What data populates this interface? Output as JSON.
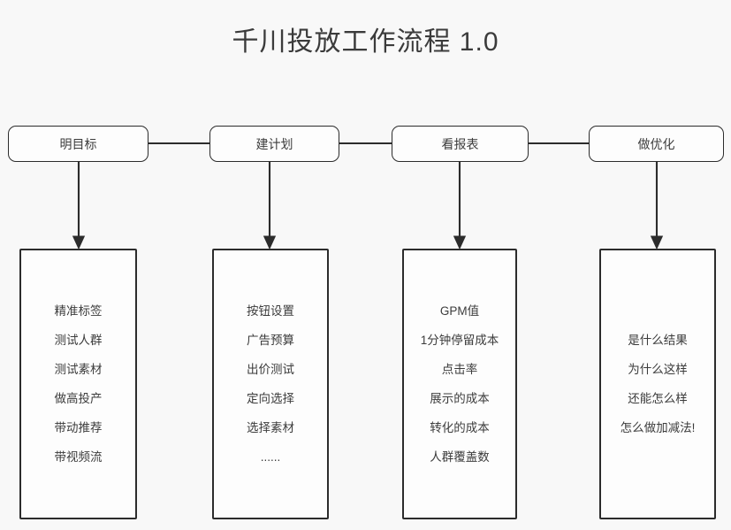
{
  "page": {
    "title": "千川投放工作流程 1.0",
    "background_color": "#f8f8f8",
    "line_color": "#2c2c2c",
    "text_color": "#3c3c3c"
  },
  "stages": [
    {
      "label": "明目标"
    },
    {
      "label": "建计划"
    },
    {
      "label": "看报表"
    },
    {
      "label": "做优化"
    }
  ],
  "details": [
    {
      "items": [
        "精准标签",
        "测试人群",
        "测试素材",
        "做高投产",
        "带动推荐",
        "带视频流"
      ]
    },
    {
      "items": [
        "按钮设置",
        "广告预算",
        "出价测试",
        "定向选择",
        "选择素材",
        "......"
      ]
    },
    {
      "items": [
        "GPM值",
        "1分钟停留成本",
        "点击率",
        "展示的成本",
        "转化的成本",
        "人群覆盖数"
      ]
    },
    {
      "items": [
        "是什么结果",
        "为什么这样",
        "还能怎么样",
        "怎么做加减法!"
      ]
    }
  ]
}
